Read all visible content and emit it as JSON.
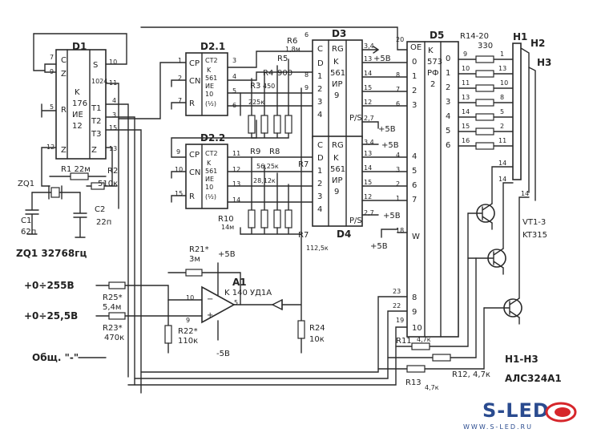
{
  "chips": {
    "d1": {
      "name": "D1",
      "type": "K 176 ИЕ 12",
      "pins": [
        "C",
        "9",
        "7",
        "R",
        "5",
        "S",
        "10",
        "1024",
        "11",
        "T1",
        "4",
        "T2",
        "3",
        "T3",
        "15",
        "12",
        "13"
      ]
    },
    "d21": {
      "name": "D2.1",
      "type": "CT2 K 561 ИЕ 10 (1/2)",
      "pins": [
        "CP",
        "CN",
        "R",
        "1",
        "2",
        "7",
        "3",
        "4",
        "5",
        "6"
      ]
    },
    "d22": {
      "name": "D2.2",
      "type": "CT2 K 561 ИЕ 10 (1/2)",
      "pins": [
        "CP",
        "CN",
        "R",
        "9",
        "10",
        "15",
        "11",
        "12",
        "13",
        "14"
      ]
    },
    "d3": {
      "name": "D3",
      "type": "RG K 561 ИР 9",
      "pins": [
        "C",
        "D",
        "1",
        "2",
        "3",
        "4",
        "P/S",
        "6",
        "8",
        "9"
      ]
    },
    "d4": {
      "name": "D4",
      "type": "RG K 561 ИР 9",
      "pins": [
        "C",
        "D",
        "1",
        "2",
        "3",
        "4",
        "P/S"
      ]
    },
    "d5": {
      "name": "D5",
      "type": "K 573 РФ 2",
      "pins": [
        "OE",
        "0",
        "1",
        "2",
        "3",
        "4",
        "5",
        "6",
        "7",
        "8",
        "9",
        "10",
        "W",
        "20",
        "18",
        "19",
        "22",
        "23"
      ]
    },
    "h": {
      "name": "H1",
      "h2": "H2",
      "h3": "H3"
    }
  },
  "labels": {
    "r1": "R1 22м",
    "r2": "R2",
    "r2v": "510к",
    "zq1": "ZQ1",
    "c1": "C1",
    "c1v": "62п",
    "c2": "C2",
    "c2v": "22п",
    "zq1desc": "ZQ1 32768гц",
    "r4": "R4",
    "r4v": "900",
    "r5": "R5",
    "r3": "R3",
    "r3v": "450",
    "r225": "225к",
    "r6": "R6",
    "r6v": "1,8м",
    "r9": "R9",
    "r8": "R8",
    "r8v": "56,25к",
    "r28": "28,12к",
    "r7": "R7",
    "r10": "R10",
    "r10v": "14м",
    "r7v": "112,5к",
    "r21": "R21*",
    "r21v": "3м",
    "plus5": "+5В",
    "minus5": "-5В",
    "a1": "A1",
    "a1type": "K 140 УД1А",
    "r24": "R24",
    "r24v": "10к",
    "r25": "R25*",
    "r25v": "5,4м",
    "r23": "R23*",
    "r23v": "470к",
    "r22": "R22*",
    "r22v": "110к",
    "in1": "+0÷255В",
    "in2": "+0÷25,5В",
    "common": "Общ. \"-\"",
    "r1420": "R14-20",
    "r1420v": "330",
    "vt": "VT1-3",
    "vttype": "KT315",
    "r11": "R11",
    "r11v": "4,7к",
    "r12": "R12, 4,7к",
    "r13": "R13",
    "r13v": "4,7к",
    "hdesc1": "H1-H3",
    "hdesc2": "АЛС324А1",
    "p34": "3,4",
    "p27": "2,7",
    "plus5b": "+5В"
  },
  "logo": {
    "name": "S-LED",
    "url": "WWW.S-LED.RU"
  }
}
